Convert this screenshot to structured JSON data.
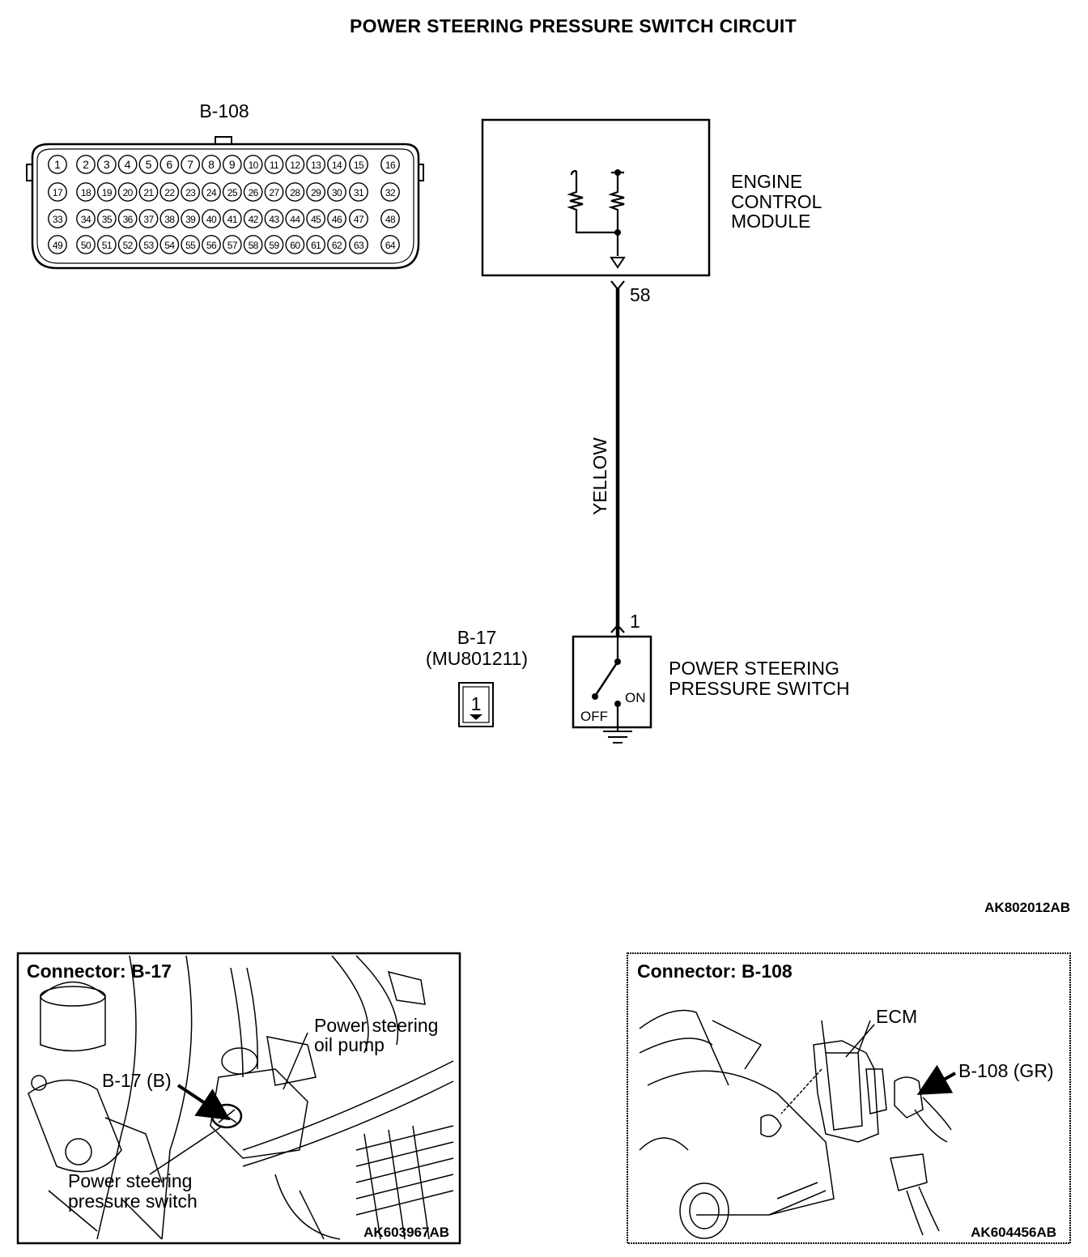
{
  "title": "POWER STEERING PRESSURE SWITCH CIRCUIT",
  "diagram_code": "AK802012AB",
  "b108_connector": {
    "label": "B-108",
    "pin_rows": [
      [
        "1",
        "2",
        "3",
        "4",
        "5",
        "6",
        "7",
        "8",
        "9",
        "10",
        "11",
        "12",
        "13",
        "14",
        "15",
        "16"
      ],
      [
        "17",
        "18",
        "19",
        "20",
        "21",
        "22",
        "23",
        "24",
        "25",
        "26",
        "27",
        "28",
        "29",
        "30",
        "31",
        "32"
      ],
      [
        "33",
        "34",
        "35",
        "36",
        "37",
        "38",
        "39",
        "40",
        "41",
        "42",
        "43",
        "44",
        "45",
        "46",
        "47",
        "48"
      ],
      [
        "49",
        "50",
        "51",
        "52",
        "53",
        "54",
        "55",
        "56",
        "57",
        "58",
        "59",
        "60",
        "61",
        "62",
        "63",
        "64"
      ]
    ]
  },
  "ecm": {
    "line1": "ENGINE",
    "line2": "CONTROL",
    "line3": "MODULE",
    "pin": "58"
  },
  "wire": {
    "color": "YELLOW"
  },
  "switch": {
    "line1": "POWER STEERING",
    "line2": "PRESSURE SWITCH",
    "pin": "1",
    "on_label": "ON",
    "off_label": "OFF"
  },
  "b17_connector": {
    "label": "B-17",
    "part": "(MU801211)",
    "pin": "1"
  },
  "panel_left": {
    "heading": "Connector: B-17",
    "pump_line1": "Power steering",
    "pump_line2": "oil pump",
    "connector_callout": "B-17 (B)",
    "switch_line1": "Power steering",
    "switch_line2": "pressure switch",
    "code": "AK603967AB"
  },
  "panel_right": {
    "heading": "Connector: B-108",
    "ecm_callout": "ECM",
    "connector_callout": "B-108 (GR)",
    "code": "AK604456AB"
  }
}
